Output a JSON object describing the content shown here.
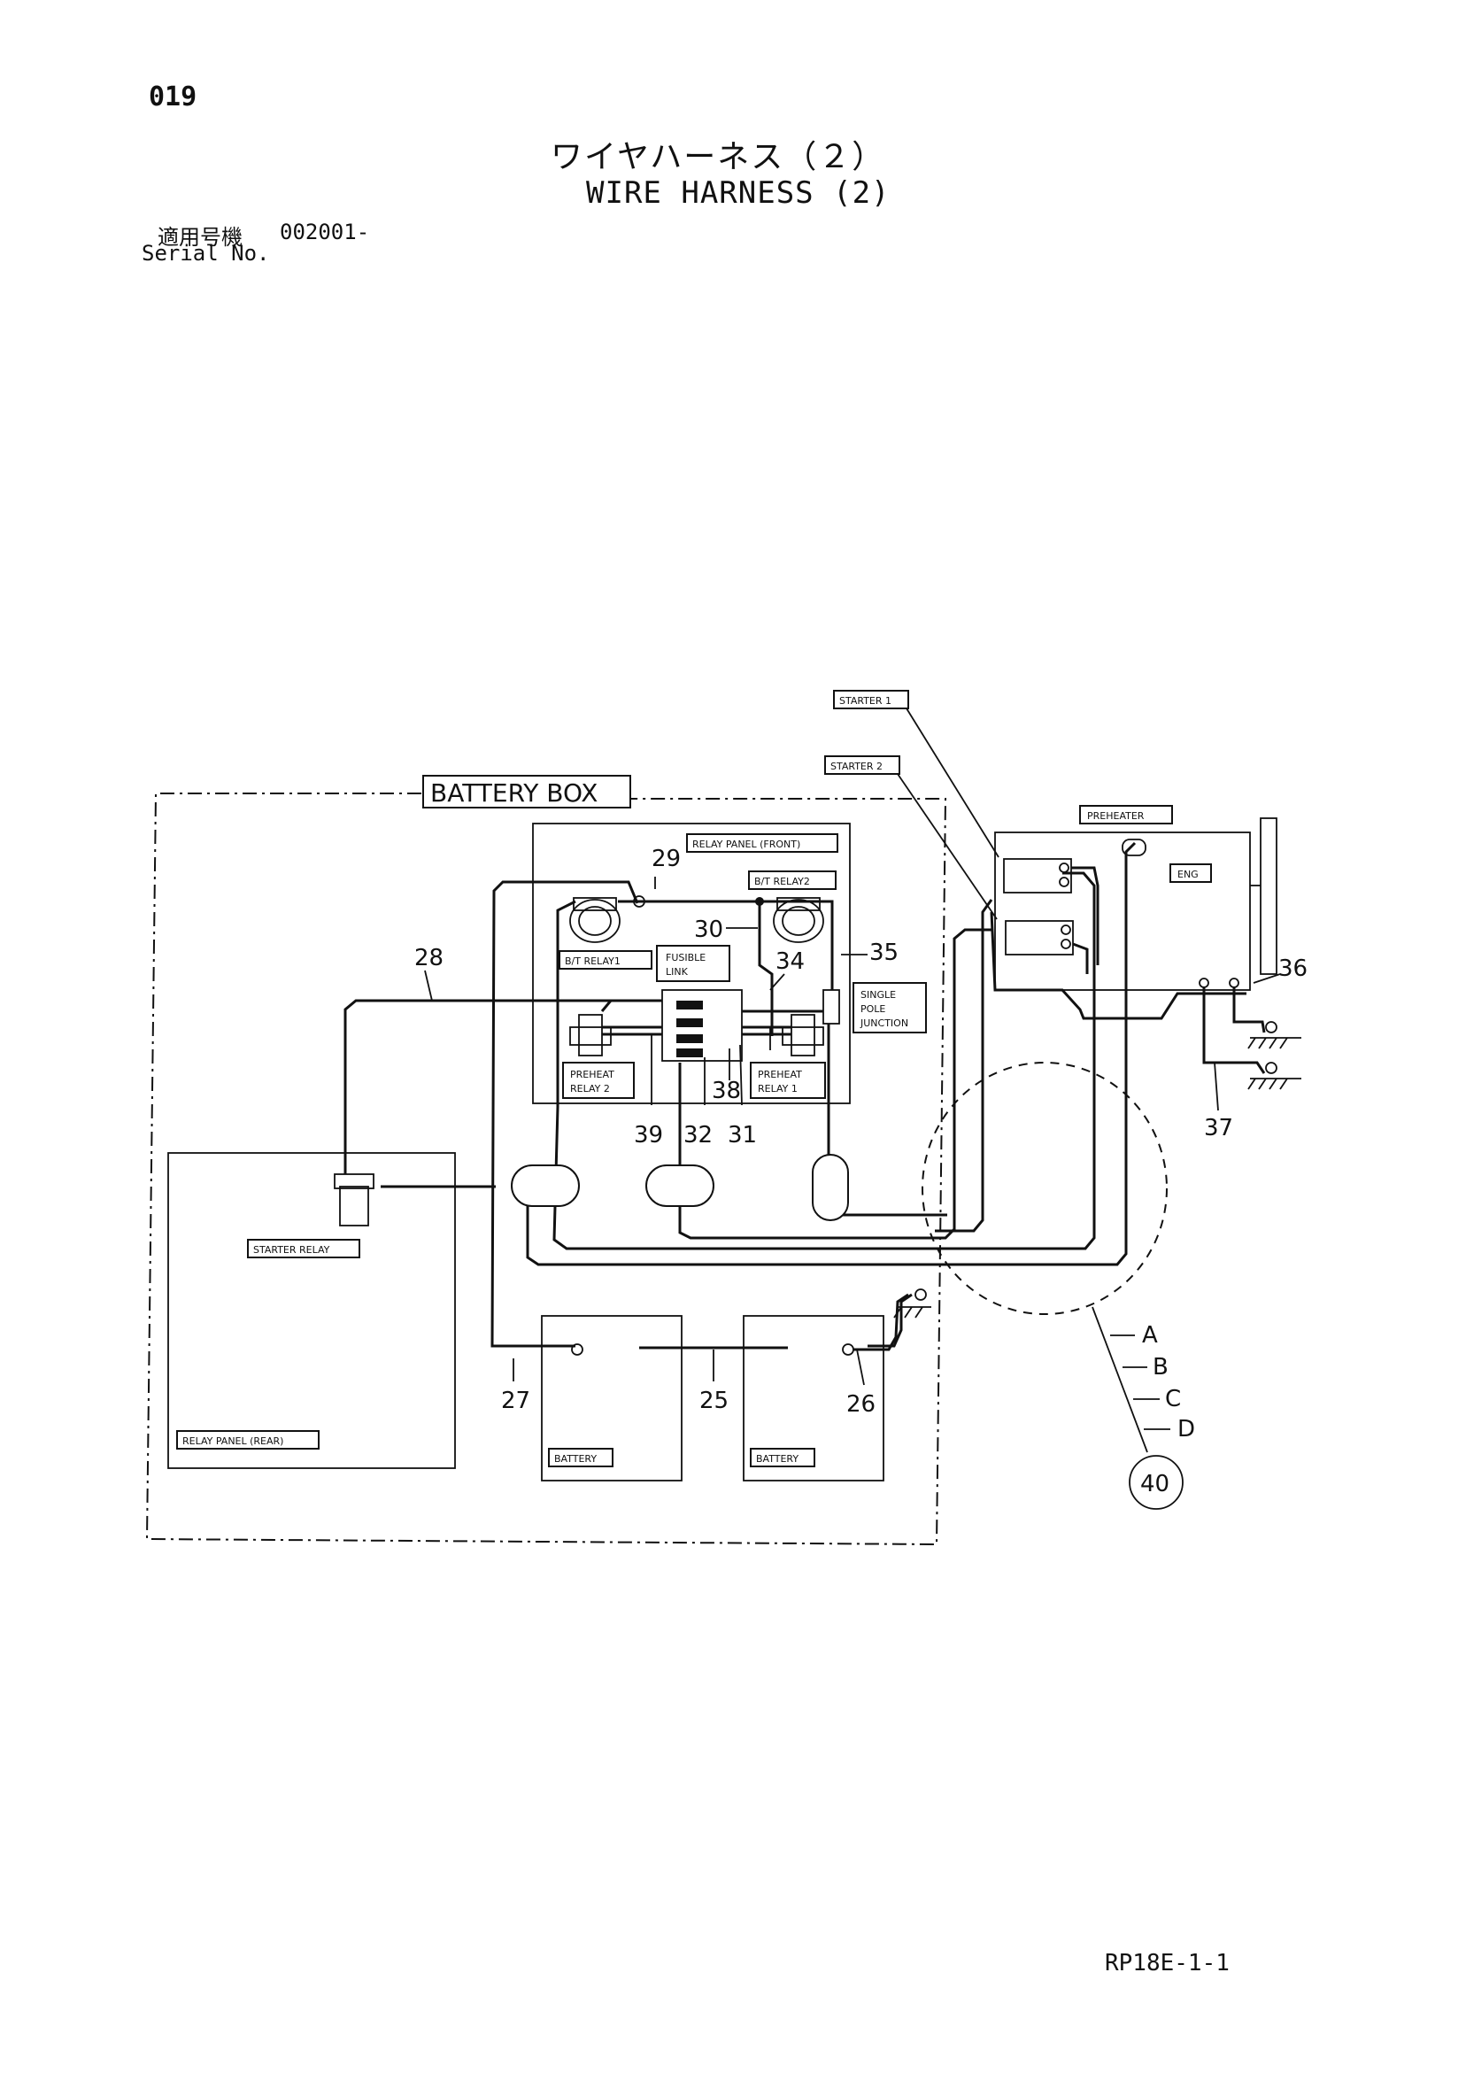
{
  "header": {
    "page_number": "019",
    "title_jp": "ワイヤハーネス（２）",
    "title_en": "WIRE HARNESS (2)",
    "serial_label_jp": "適用号機",
    "serial_value": "002001-",
    "serial_label_en": "Serial No."
  },
  "labels": {
    "battery_box": "BATTERY BOX",
    "relay_panel_front": "RELAY PANEL (FRONT)",
    "relay_panel_rear": "RELAY PANEL (REAR)",
    "bt_relay1": "B/T RELAY1",
    "bt_relay2": "B/T RELAY2",
    "fusible_link_1": "FUSIBLE",
    "fusible_link_2": "LINK",
    "single_pole_1": "SINGLE",
    "single_pole_2": "POLE",
    "single_pole_3": "JUNCTION",
    "preheat_relay2_1": "PREHEAT",
    "preheat_relay2_2": "RELAY 2",
    "preheat_relay1_1": "PREHEAT",
    "preheat_relay1_2": "RELAY 1",
    "starter_relay": "STARTER RELAY",
    "battery_left": "BATTERY",
    "battery_right": "BATTERY",
    "starter1": "STARTER 1",
    "starter2": "STARTER 2",
    "preheater": "PREHEATER",
    "eng": "ENG"
  },
  "callouts": {
    "n25": "25",
    "n26": "26",
    "n27": "27",
    "n28": "28",
    "n29": "29",
    "n30": "30",
    "n31": "31",
    "n32": "32",
    "n34": "34",
    "n35": "35",
    "n36": "36",
    "n37": "37",
    "n38": "38",
    "n39": "39",
    "n40": "40",
    "a": "A",
    "b": "B",
    "c": "C",
    "d": "D"
  },
  "footer": {
    "code": "RP18E-1-1"
  }
}
